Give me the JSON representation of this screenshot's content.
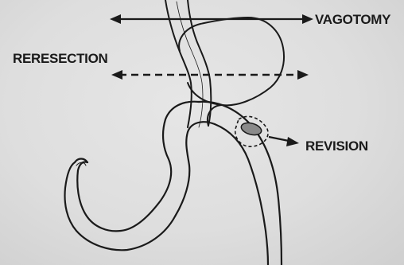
{
  "labels": {
    "vagotomy": "VAGOTOMY",
    "reresection": "RERESECTION",
    "revision": "REVISION"
  },
  "colors": {
    "background": "#dcdcdc",
    "ink": "#1a1a1a",
    "anastomosis_fill": "#8a8a8a"
  }
}
